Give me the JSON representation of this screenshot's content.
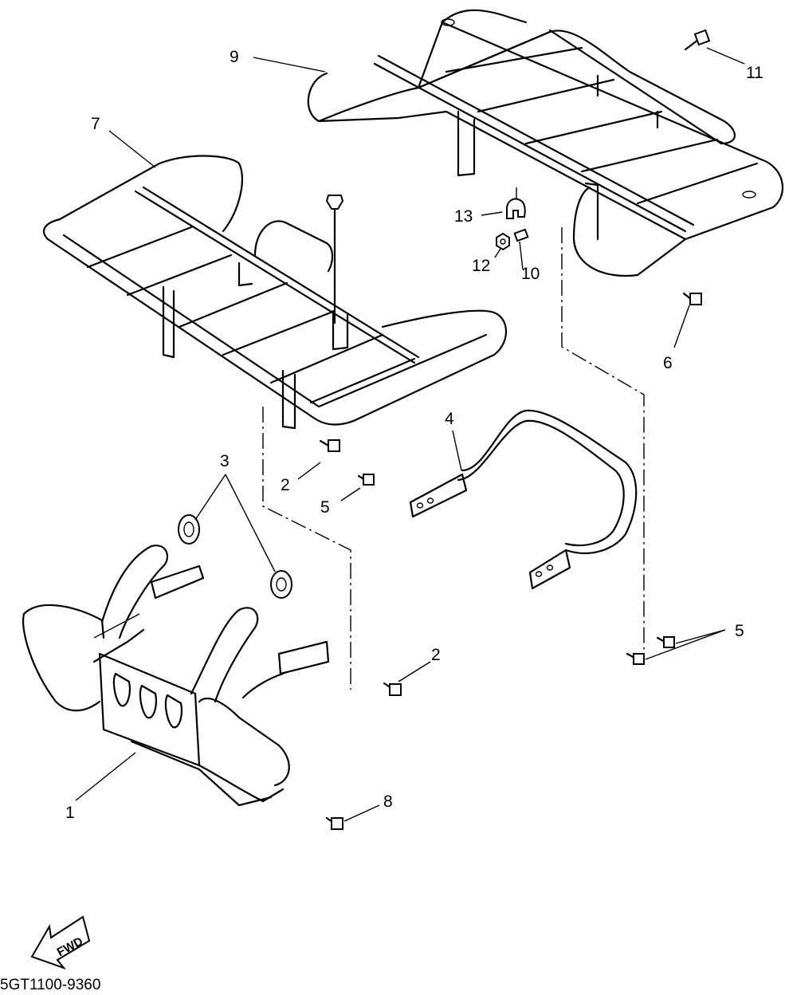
{
  "diagram": {
    "catalog_code": "5GT1100-9360",
    "fwd_label": "FWD",
    "callouts": [
      {
        "id": "c1",
        "label": "1"
      },
      {
        "id": "c2a",
        "label": "2"
      },
      {
        "id": "c2b",
        "label": "2"
      },
      {
        "id": "c3",
        "label": "3"
      },
      {
        "id": "c4",
        "label": "4"
      },
      {
        "id": "c5a",
        "label": "5"
      },
      {
        "id": "c5b",
        "label": "5"
      },
      {
        "id": "c6",
        "label": "6"
      },
      {
        "id": "c7",
        "label": "7"
      },
      {
        "id": "c8",
        "label": "8"
      },
      {
        "id": "c9",
        "label": "9"
      },
      {
        "id": "c10",
        "label": "10"
      },
      {
        "id": "c11",
        "label": "11"
      },
      {
        "id": "c12",
        "label": "12"
      },
      {
        "id": "c13",
        "label": "13"
      }
    ]
  }
}
